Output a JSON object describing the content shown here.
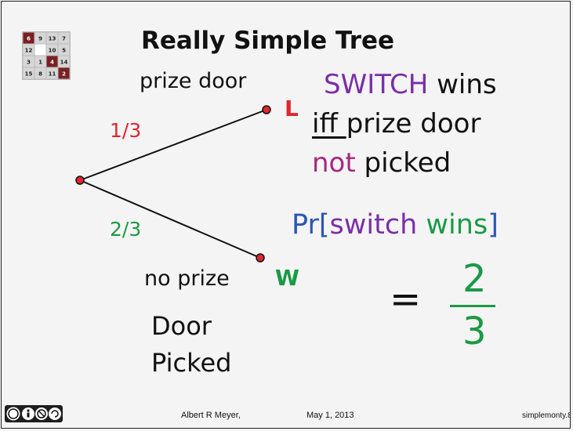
{
  "title": "Really Simple Tree",
  "tree": {
    "top_label": "prize door",
    "top_prob": "1/3",
    "top_outcome": "L",
    "bottom_label": "no prize",
    "bottom_prob": "2/3",
    "bottom_outcome": "W",
    "root_label_line1": "Door",
    "root_label_line2": "Picked"
  },
  "rule": {
    "switch_word": "SWITCH",
    "wins_word": " wins",
    "iff_word": "iff ",
    "prize_door": "prize door",
    "not_word": "not",
    "picked_word": " picked"
  },
  "probability": {
    "pr_open": "Pr[",
    "switch_word": "switch",
    "space": " ",
    "wins_word": "wins",
    "pr_close": "]",
    "equals": "=",
    "numerator": "2",
    "denominator": "3"
  },
  "footer": {
    "author": "Albert R Meyer,",
    "date": "May 1, 2013",
    "slide_id": "simplemonty.8"
  },
  "puzzle": {
    "cells": [
      "6",
      "9",
      "13",
      "7",
      "12",
      "",
      "10",
      "5",
      "3",
      "1",
      "4",
      "14",
      "15",
      "8",
      "11",
      "2"
    ],
    "dark_cells": [
      0,
      10,
      15
    ]
  },
  "colors": {
    "red": "#e0262e",
    "green": "#1a9a45",
    "purple": "#7a2ea8",
    "magenta": "#a8287c",
    "blue": "#2b56b4",
    "dark_tile": "#7a1f22"
  },
  "icons": {
    "license": "creative-commons-by-nc-sa-icon",
    "logo": "fifteen-puzzle-logo"
  }
}
